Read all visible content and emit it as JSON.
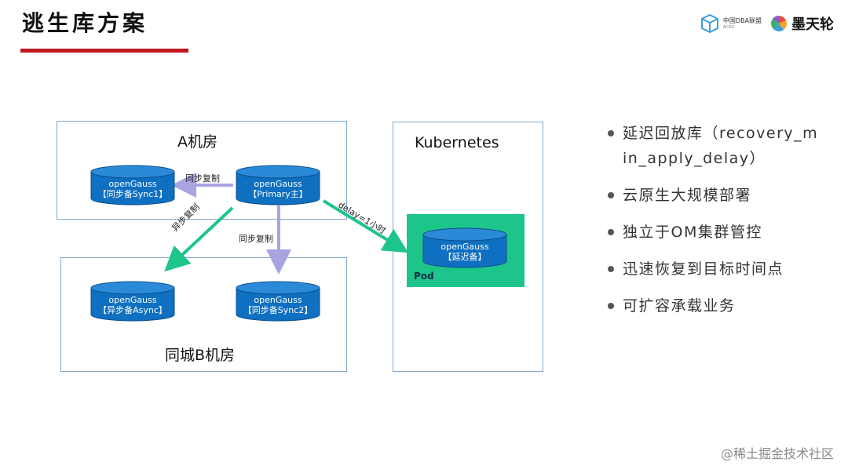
{
  "title": "逃生库方案",
  "logos": {
    "alliance_main": "中国DBA联盟",
    "alliance_sub": "ACDU",
    "brand": "墨天轮"
  },
  "diagram": {
    "room_a_label": "A机房",
    "room_b_label": "同城B机房",
    "k8s_label": "Kubernetes",
    "pod_label": "Pod",
    "nodes": {
      "primary": {
        "name": "openGauss",
        "role": "【Primary主】"
      },
      "sync1": {
        "name": "openGauss",
        "role": "【同步备Sync1】"
      },
      "async": {
        "name": "openGauss",
        "role": "【异步备Async】"
      },
      "sync2": {
        "name": "openGauss",
        "role": "【同步备Sync2】"
      },
      "delayed": {
        "name": "openGauss",
        "role": "【延迟备】"
      }
    },
    "edges": {
      "to_sync1": "同步复制",
      "to_async": "异步复制",
      "to_sync2": "同步复制",
      "to_delayed": "delay=1小时"
    },
    "colors": {
      "db_fill": "#0f6fc0",
      "db_top": "#2b8ad8",
      "sync_arrow": "#a8a4e2",
      "async_arrow": "#1ec58a",
      "pod_bg": "#1ec58a",
      "room_border": "#7fa7cf"
    }
  },
  "bullets": [
    "延迟回放库（recovery_min_apply_delay）",
    "云原生大规模部署",
    "独立于OM集群管控",
    "迅速恢复到目标时间点",
    "可扩容承载业务"
  ],
  "watermark": "@稀土掘金技术社区"
}
